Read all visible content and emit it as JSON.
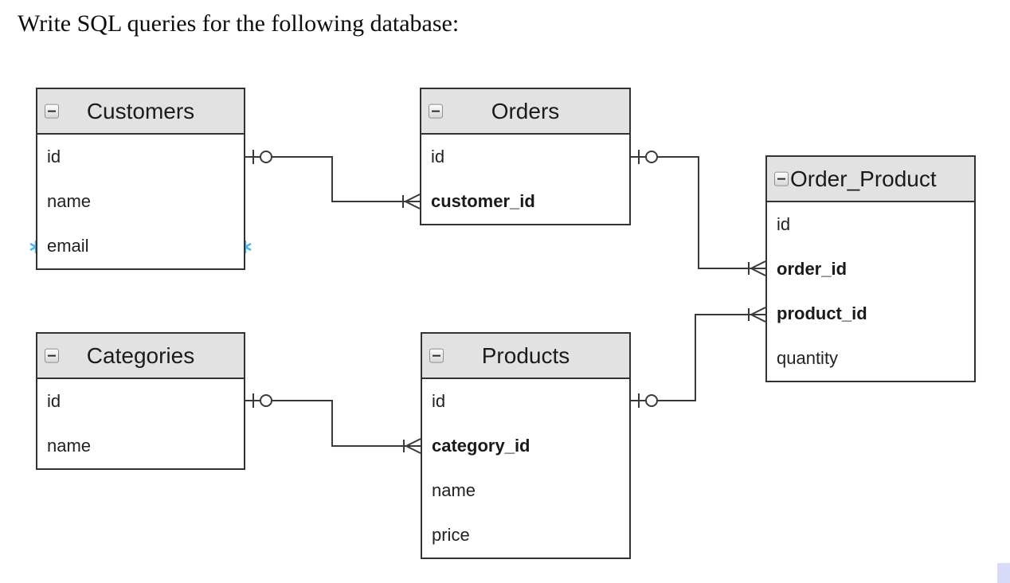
{
  "title": "Write SQL queries for the following database:",
  "diagram": {
    "tables": [
      {
        "id": "customers",
        "name": "Customers",
        "fields": [
          {
            "name": "id",
            "fk": false
          },
          {
            "name": "name",
            "fk": false
          },
          {
            "name": "email",
            "fk": false
          }
        ]
      },
      {
        "id": "orders",
        "name": "Orders",
        "fields": [
          {
            "name": "id",
            "fk": false
          },
          {
            "name": "customer_id",
            "fk": true
          }
        ]
      },
      {
        "id": "order_product",
        "name": "Order_Product",
        "fields": [
          {
            "name": "id",
            "fk": false
          },
          {
            "name": "order_id",
            "fk": true
          },
          {
            "name": "product_id",
            "fk": true
          },
          {
            "name": "quantity",
            "fk": false
          }
        ]
      },
      {
        "id": "categories",
        "name": "Categories",
        "fields": [
          {
            "name": "id",
            "fk": false
          },
          {
            "name": "name",
            "fk": false
          }
        ]
      },
      {
        "id": "products",
        "name": "Products",
        "fields": [
          {
            "name": "id",
            "fk": false
          },
          {
            "name": "category_id",
            "fk": true
          },
          {
            "name": "name",
            "fk": false
          },
          {
            "name": "price",
            "fk": false
          }
        ]
      }
    ],
    "relationships": [
      {
        "from": "Customers.id",
        "to": "Orders.customer_id",
        "type": "one-to-many",
        "from_symbol": "bar-circle",
        "to_symbol": "bar-crowfoot"
      },
      {
        "from": "Orders.id",
        "to": "Order_Product.order_id",
        "type": "one-to-many",
        "from_symbol": "bar-circle",
        "to_symbol": "bar-crowfoot"
      },
      {
        "from": "Products.id",
        "to": "Order_Product.product_id",
        "type": "one-to-many",
        "from_symbol": "bar-circle",
        "to_symbol": "bar-crowfoot"
      },
      {
        "from": "Categories.id",
        "to": "Products.category_id",
        "type": "one-to-many",
        "from_symbol": "bar-circle",
        "to_symbol": "bar-crowfoot"
      }
    ],
    "colors": {
      "header_bg": "#e2e2e2",
      "table_border": "#333333",
      "connector_line": "#3a3a3a",
      "selection_handle": "#4fb6ec",
      "scroll_corner": "#d7dbf8"
    }
  }
}
